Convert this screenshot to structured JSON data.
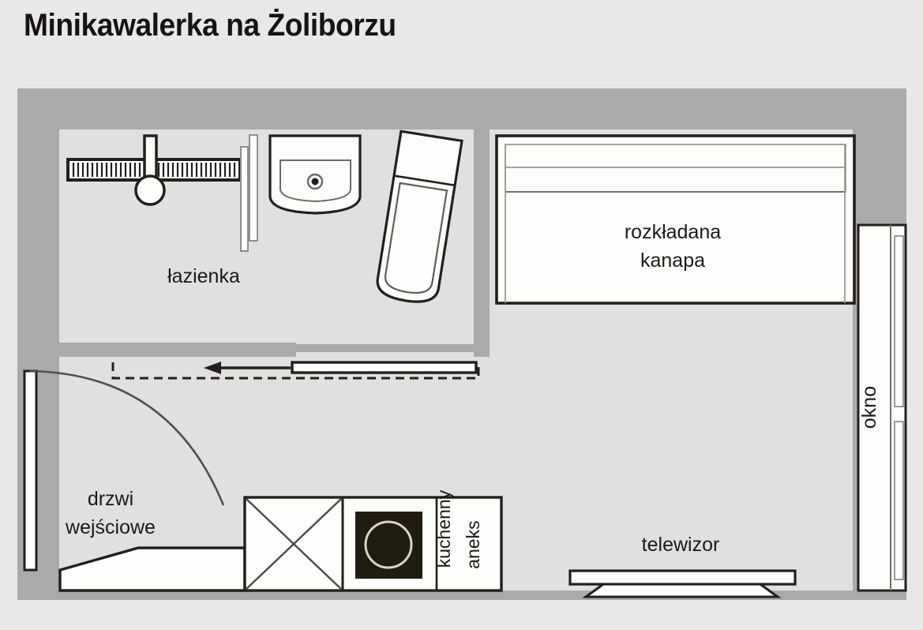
{
  "title": "Minikawalerka na Żoliborzu",
  "colors": {
    "page_background": "#e8e8e8",
    "wall": "#aaaaaa",
    "floor": "#e0e0e0",
    "furniture_fill": "#fdfdfb",
    "line": "#231f1a",
    "cooktop": "#211c10"
  },
  "labels": {
    "bathroom": "łazienka",
    "sofa_line1": "rozkładana",
    "sofa_line2": "kanapa",
    "window": "okno",
    "kitchen_line1": "aneks",
    "kitchen_line2": "kuchenny",
    "door_line1": "drzwi",
    "door_line2": "wejściowe",
    "tv": "telewizor"
  },
  "icons": {
    "shower_drain": "linear-shower-drain-icon",
    "shower_valve": "shower-valve-icon",
    "glass_partition": "glass-partition-icon",
    "washbasin": "washbasin-icon",
    "toilet": "toilet-icon",
    "sliding_door_arrow": "left-arrow-icon",
    "door_swing_arc": "door-swing-arc-icon",
    "cabinet_cross": "cabinet-cross-icon",
    "cooktop_burner": "cooktop-burner-icon"
  }
}
